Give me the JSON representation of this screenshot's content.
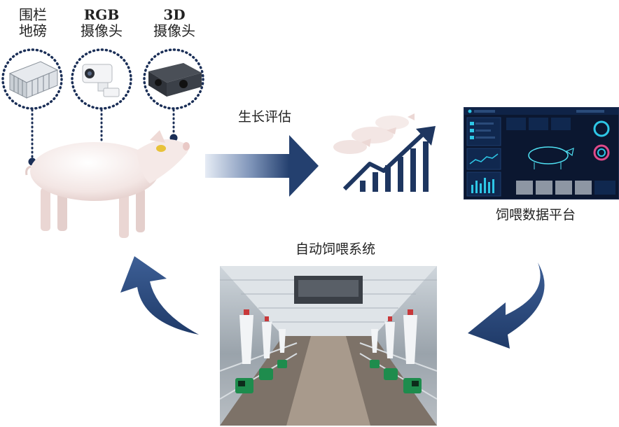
{
  "sensors": [
    {
      "label_line1": "围栏",
      "label_line2": "地磅",
      "icon": "pen-scale-icon"
    },
    {
      "label_line1": "RGB",
      "label_line2": "摄像头",
      "icon": "rgb-camera-icon"
    },
    {
      "label_line1": "3D",
      "label_line2": "摄像头",
      "icon": "3d-camera-icon"
    }
  ],
  "steps": {
    "growth": "生长评估",
    "platform": "饲喂数据平台",
    "feeding": "自动饲喂系统"
  },
  "colors": {
    "arrow_dark": "#24406f",
    "dotted_circle": "#1b2f57",
    "dashboard_bg": "#0b1730",
    "dashboard_accent": "#2ec7e6"
  }
}
